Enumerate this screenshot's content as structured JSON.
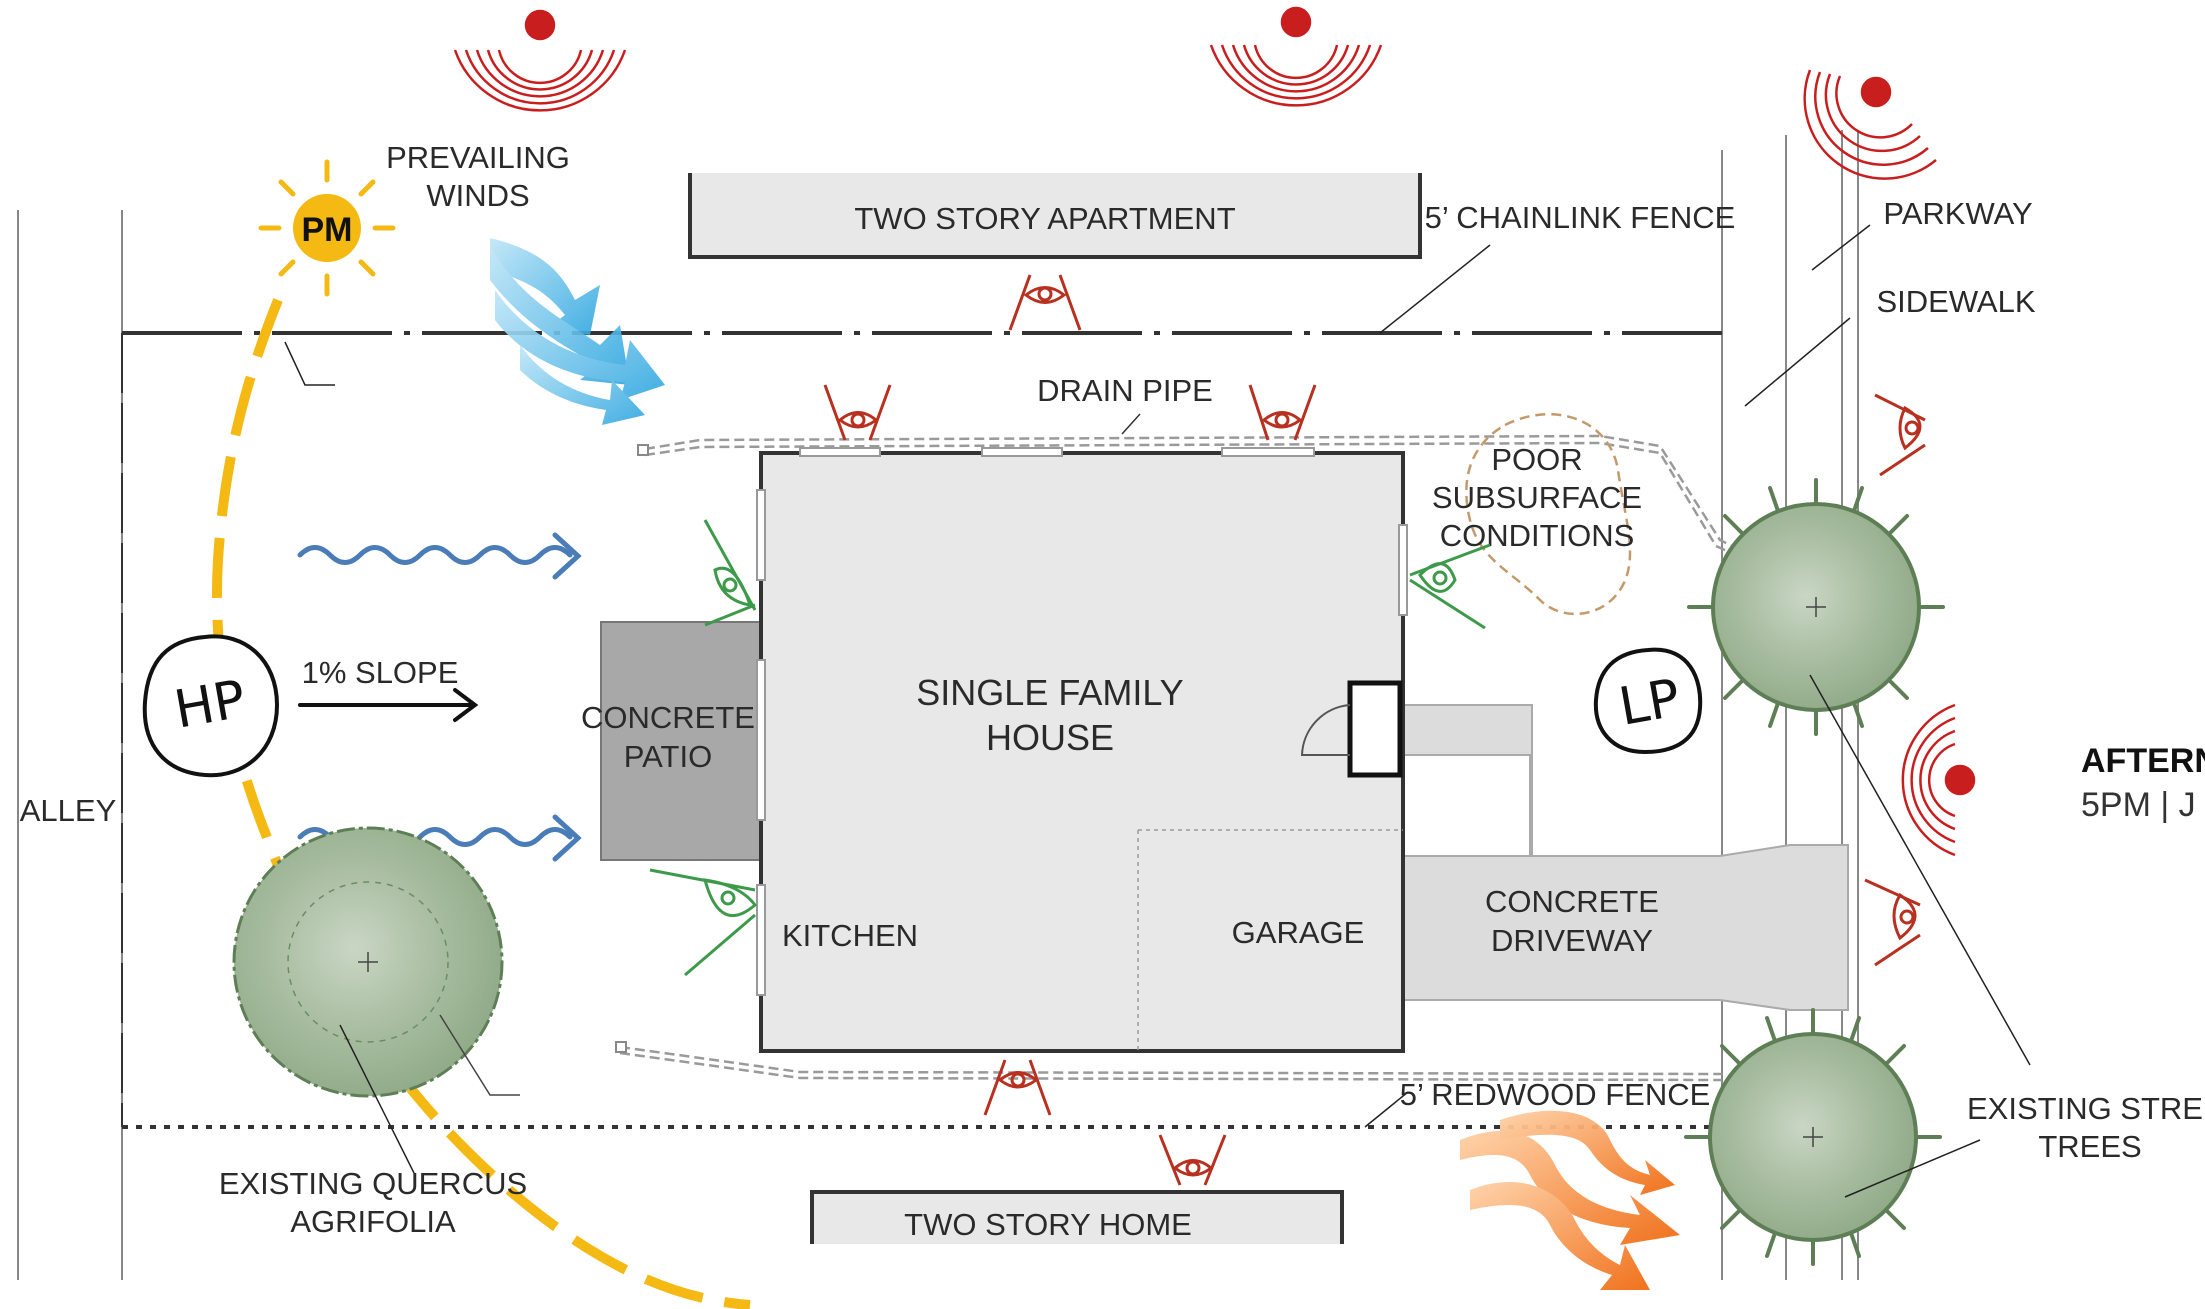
{
  "labels": {
    "two_story_apartment": "TWO STORY APARTMENT",
    "chainlink_fence": "5’ CHAINLINK FENCE",
    "parkway": "PARKWAY",
    "sidewalk": "SIDEWALK",
    "prevailing_winds_1": "PREVAILING",
    "prevailing_winds_2": "WINDS",
    "pm": "PM",
    "drain_pipe": "DRAIN PIPE",
    "poor_subsurface_1": "POOR",
    "poor_subsurface_2": "SUBSURFACE",
    "poor_subsurface_3": "CONDITIONS",
    "hp": "HP",
    "lp": "LP",
    "slope": "1% SLOPE",
    "concrete_patio_1": "CONCRETE",
    "concrete_patio_2": "PATIO",
    "house_1": "SINGLE FAMILY",
    "house_2": "HOUSE",
    "alley": "ALLEY",
    "kitchen": "KITCHEN",
    "garage": "GARAGE",
    "driveway_1": "CONCRETE",
    "driveway_2": "DRIVEWAY",
    "redwood_fence": "5’ REDWOOD FENCE",
    "quercus_1": "EXISTING QUERCUS",
    "quercus_2": "AGRIFOLIA",
    "two_story_home": "TWO STORY HOME",
    "street_trees_1": "EXISTING STREET",
    "street_trees_2": "TREES",
    "title": "AFTERN",
    "subtitle": "5PM | J"
  },
  "colors": {
    "sun": "#f5b914",
    "noise": "#c81e1e",
    "wind_cool": "#4cb8e8",
    "wind_hot": "#f07820",
    "water": "#4a7db8",
    "view_good": "#3c9a4a",
    "view_poor": "#b83020",
    "tree": "#8aa880",
    "building": "#e8e8e8",
    "patio": "#a0a0a0"
  }
}
